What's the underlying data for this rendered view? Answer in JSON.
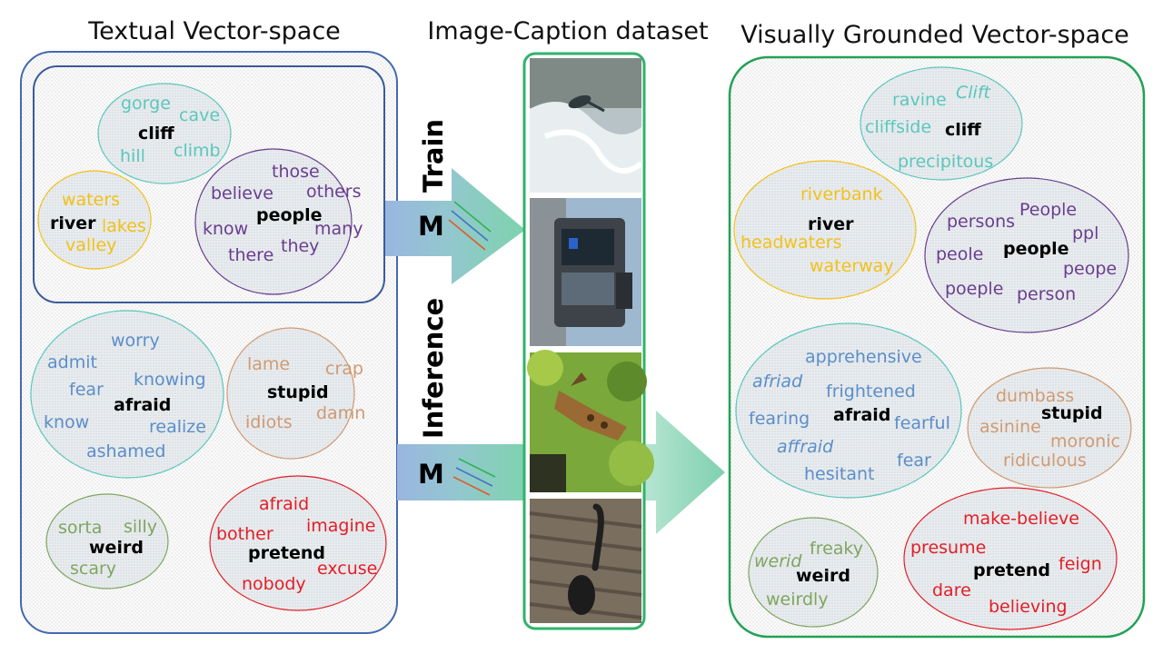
{
  "titles": {
    "textual": "Textual Vector-space",
    "dataset": "Image-Caption dataset",
    "grounded": "Visually Grounded Vector-space"
  },
  "labels": {
    "train": "Train",
    "inference": "Inference",
    "model_train": "M",
    "model_inference": "M"
  },
  "colors": {
    "textual_border": "#4468b0",
    "grounded_border": "#22a155",
    "film_border": "#2fb36a",
    "arrow": "#7ccbb1",
    "teal": "#5cc7bd",
    "yellow": "#f2c118",
    "purple": "#6a3d8f",
    "blue": "#5b8ec9",
    "brown": "#d09a72",
    "green": "#7fa560",
    "red": "#e31e26"
  },
  "images": [
    "waterfall-climber-icon",
    "truck-icon",
    "giraffe-icon",
    "spoon-icon"
  ],
  "left": {
    "cliff": {
      "center": "cliff",
      "words": [
        "gorge",
        "cave",
        "hill",
        "climb"
      ]
    },
    "river": {
      "center": "river",
      "words": [
        "waters",
        "lakes",
        "valley"
      ]
    },
    "people": {
      "center": "people",
      "words": [
        "those",
        "believe",
        "others",
        "know",
        "many",
        "there",
        "they"
      ]
    },
    "afraid": {
      "center": "afraid",
      "words": [
        "worry",
        "admit",
        "knowing",
        "fear",
        "know",
        "realize",
        "ashamed"
      ]
    },
    "stupid": {
      "center": "stupid",
      "words": [
        "lame",
        "crap",
        "idiots",
        "damn"
      ]
    },
    "weird": {
      "center": "weird",
      "words": [
        "sorta",
        "silly",
        "scary"
      ]
    },
    "pretend": {
      "center": "pretend",
      "words": [
        "afraid",
        "imagine",
        "bother",
        "nobody",
        "excuse"
      ]
    }
  },
  "right": {
    "cliff": {
      "center": "cliff",
      "words": [
        "ravine",
        "Clift",
        "cliffside",
        "precipitous"
      ]
    },
    "river": {
      "center": "river",
      "words": [
        "riverbank",
        "headwaters",
        "waterway"
      ]
    },
    "people": {
      "center": "people",
      "words": [
        "persons",
        "People",
        "ppl",
        "peole",
        "peope",
        "poeple",
        "person"
      ]
    },
    "afraid": {
      "center": "afraid",
      "words": [
        "apprehensive",
        "afriad",
        "frightened",
        "fearing",
        "fearful",
        "affraid",
        "fear",
        "hesitant"
      ]
    },
    "stupid": {
      "center": "stupid",
      "words": [
        "dumbass",
        "asinine",
        "moronic",
        "ridiculous"
      ]
    },
    "weird": {
      "center": "weird",
      "words": [
        "freaky",
        "werid",
        "weirdly"
      ]
    },
    "pretend": {
      "center": "pretend",
      "words": [
        "make-believe",
        "presume",
        "feign",
        "dare",
        "believing"
      ]
    }
  }
}
